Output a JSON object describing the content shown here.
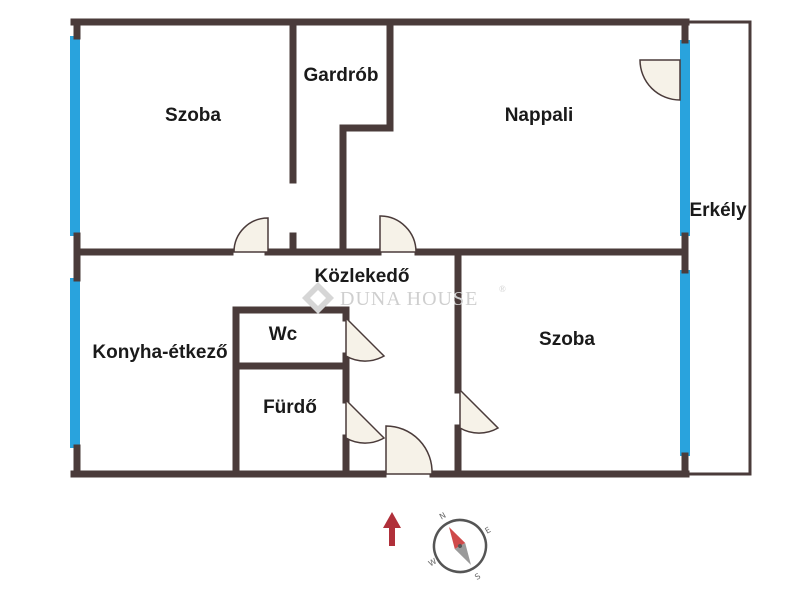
{
  "colors": {
    "wall": "#4a3b3a",
    "window": "#29a3dd",
    "door_fill": "#f6f2e8",
    "door_line": "#4a3b3a",
    "entrance_arrow": "#b0303a",
    "compass_north": "#cf4a4a",
    "compass_south": "#9a9a9a"
  },
  "rooms": {
    "szoba_top": "Szoba",
    "gardrob": "Gardrób",
    "nappali": "Nappali",
    "erkely": "Erkély",
    "kozlekedo": "Közlekedő",
    "konyha": "Konyha-étkező",
    "wc": "Wc",
    "szoba_right": "Szoba",
    "furdo": "Fürdő"
  },
  "watermark": {
    "brand": "DUNA HOUSE",
    "mark": "®"
  },
  "compass": {
    "n": "N",
    "e": "E",
    "s": "S",
    "w": "W",
    "north_icon": "compass-icon"
  },
  "entrance": {
    "icon": "entrance-arrow-icon"
  }
}
